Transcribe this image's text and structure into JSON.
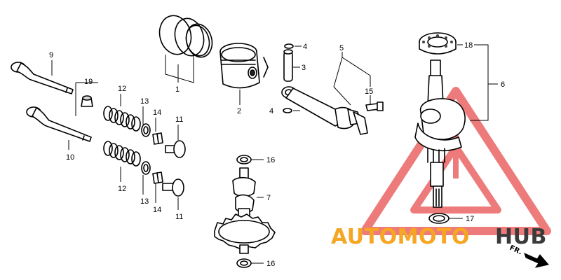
{
  "callouts": {
    "piston_rings": "1",
    "piston": "2",
    "piston_pin": "3",
    "pin_clip_top": "4",
    "pin_clip_bottom": "4",
    "connecting_rod": "5",
    "crankshaft": "6",
    "camshaft": "7",
    "intake_valve": "9",
    "exhaust_valve": "10",
    "valve_retainer_top": "11",
    "valve_retainer_bottom": "11",
    "valve_spring_top": "12",
    "valve_spring_bottom": "12",
    "spring_seat_top": "13",
    "spring_seat_bottom": "13",
    "valve_cotter_top": "14",
    "valve_cotter_bottom": "14",
    "rod_bolt": "15",
    "cam_washer_top": "16",
    "cam_washer_bottom": "16",
    "crank_washer": "17",
    "bearing": "18",
    "valve_stem_seal": "19"
  },
  "watermark": {
    "part1": "AUTOMOTO",
    "part2": "HUB",
    "color1": "#f5a623",
    "color2": "#3a3a3a",
    "triangle_color": "#e8504f"
  },
  "direction_label": "FR."
}
